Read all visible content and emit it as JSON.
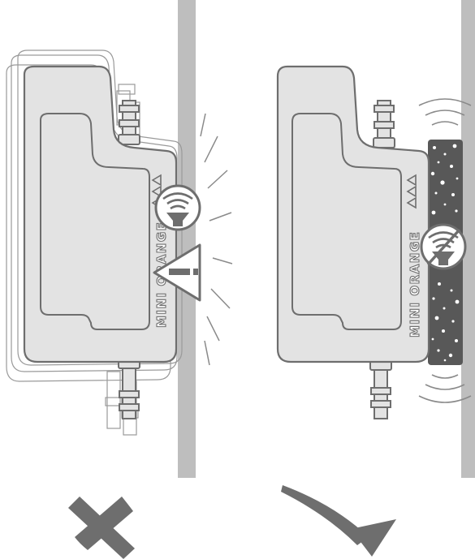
{
  "panels": [
    {
      "id": "incorrect",
      "device_label": "MINI ORANGE",
      "verdict_icon": "cross-icon",
      "emitter_icon": "sound-emitter-icon",
      "warning_icon": "warning-triangle-icon"
    },
    {
      "id": "correct",
      "device_label": "MINI ORANGE",
      "verdict_icon": "check-icon",
      "emitter_icon": "muted-sound-icon",
      "damping_pad": "foam-damping-pad"
    }
  ],
  "colors": {
    "wall": "#bebebe",
    "device_fill": "#e3e3e3",
    "device_outline": "#6e6e6e",
    "pad": "#585858",
    "mark": "#6e6e6e"
  }
}
